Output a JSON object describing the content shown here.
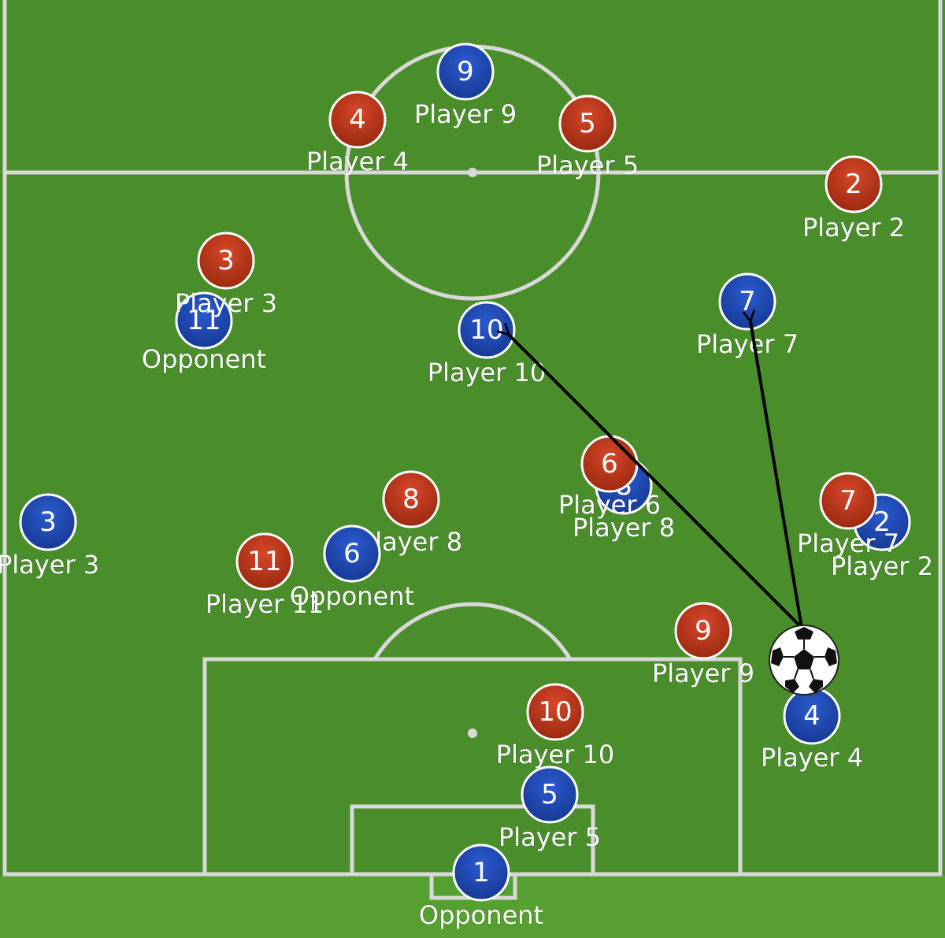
{
  "colors": {
    "grass": "#4a8e2b",
    "line": "#d8d8d8",
    "red_team": "#c0391b",
    "blue_team": "#1f47b4",
    "arrow": "#000000"
  },
  "players": [
    {
      "team": "blue",
      "number": "9",
      "label": "Player 9"
    },
    {
      "team": "red",
      "number": "4",
      "label": "Player 4"
    },
    {
      "team": "red",
      "number": "5",
      "label": "Player 5"
    },
    {
      "team": "red",
      "number": "2",
      "label": "Player 2"
    },
    {
      "team": "blue",
      "number": "11",
      "label": "Opponent"
    },
    {
      "team": "red",
      "number": "3",
      "label": "Player 3"
    },
    {
      "team": "blue",
      "number": "10",
      "label": "Player 10"
    },
    {
      "team": "blue",
      "number": "7",
      "label": "Player 7"
    },
    {
      "team": "blue",
      "number": "8",
      "label": "Player 8"
    },
    {
      "team": "red",
      "number": "6",
      "label": "Player 6"
    },
    {
      "team": "red",
      "number": "8",
      "label": "Player 8"
    },
    {
      "team": "blue",
      "number": "2",
      "label": "Player 2"
    },
    {
      "team": "red",
      "number": "7",
      "label": "Player 7"
    },
    {
      "team": "blue",
      "number": "3",
      "label": "Player 3"
    },
    {
      "team": "red",
      "number": "11",
      "label": "Player 11"
    },
    {
      "team": "blue",
      "number": "6",
      "label": "Opponent"
    },
    {
      "team": "red",
      "number": "9",
      "label": "Player 9"
    },
    {
      "team": "red",
      "number": "10",
      "label": "Player 10"
    },
    {
      "team": "blue",
      "number": "4",
      "label": "Player 4"
    },
    {
      "team": "blue",
      "number": "5",
      "label": "Player 5"
    },
    {
      "team": "blue",
      "number": "1",
      "label": "Opponent"
    }
  ],
  "passes": [
    {
      "from": "Player 4",
      "to": "Player 10"
    },
    {
      "from": "Player 4",
      "to": "Player 7"
    }
  ],
  "icons": {
    "ball": "soccer-ball-icon"
  }
}
